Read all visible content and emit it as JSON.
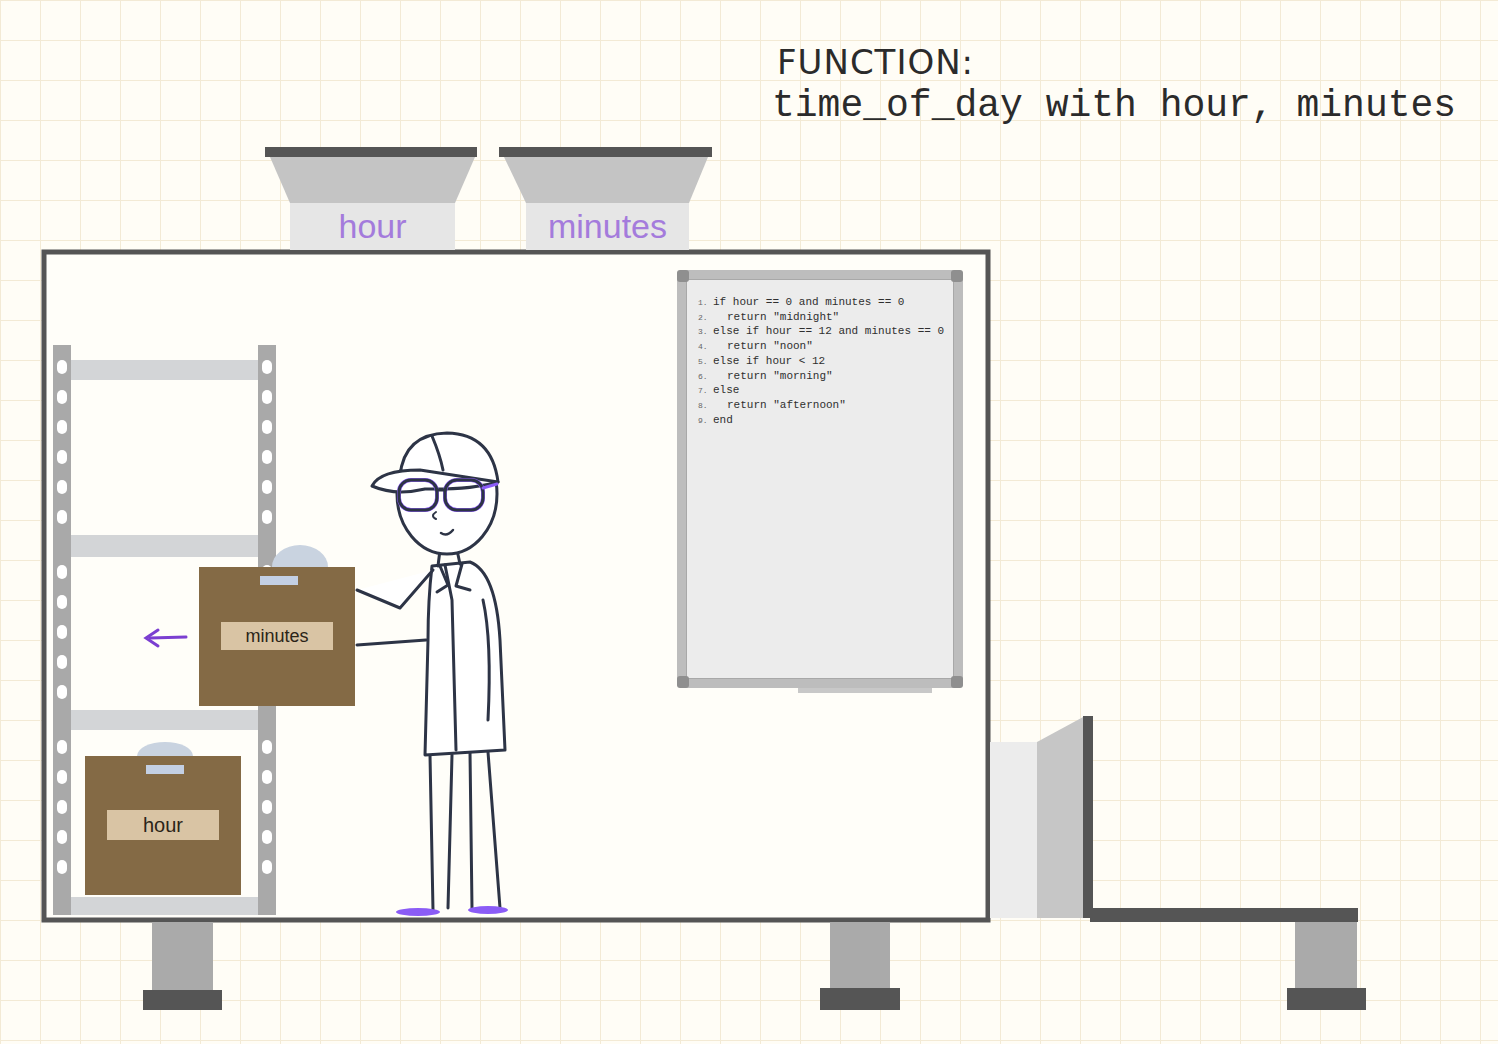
{
  "diagram": {
    "title": "FUNCTION:",
    "nodes": [
      {
        "text": [
          "hour"
        ]
      },
      {
        "text": [
          "minutes"
        ]
      },
      {
        "text": [
          "1.",
          "if hour == 0 and minutes == 0",
          "2.",
          "return \"midnight\"",
          "3.",
          "else if hour == 12 and minutes == 0",
          "4.",
          "return \"noon\"",
          "5.",
          "else if hour < 12",
          "6.",
          "return \"morning\"",
          "7.",
          "else",
          "8.",
          "return \"afternoon\"",
          "9.",
          "end"
        ]
      },
      {
        "text": [
          "minutes"
        ]
      },
      {
        "text": [
          "hour"
        ]
      }
    ],
    "labels": [
      "time_of_day with hour, minutes"
    ]
  }
}
